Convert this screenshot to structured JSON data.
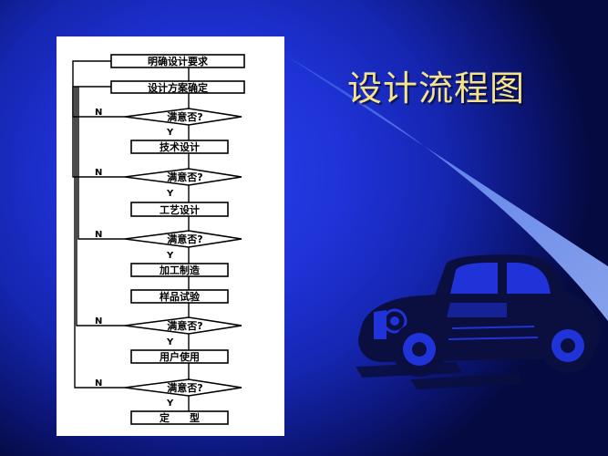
{
  "slide": {
    "title": "设计流程图",
    "colors": {
      "background": "#1f33d8",
      "title": "#f6e48c",
      "beam": "#6f92f0",
      "car": "#0a0f40"
    }
  },
  "flowchart": {
    "steps": [
      "明确设计要求",
      "设计方案确定",
      "技术设计",
      "工艺设计",
      "加工制造",
      "样品试验",
      "用户使用",
      "定　　型"
    ],
    "decision_label": "满意否?",
    "yes_label": "Y",
    "no_label": "N"
  },
  "decoration": {
    "icon": "vintage-car-icon"
  }
}
